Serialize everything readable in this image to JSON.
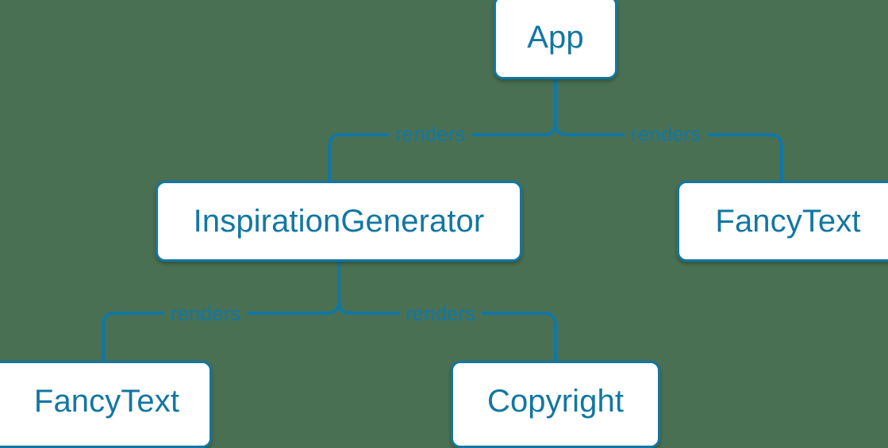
{
  "diagram": {
    "type": "component-tree",
    "background_color": "#4a7053",
    "accent_color": "#1277a3",
    "node_fill_color": "#ffffff",
    "nodes": [
      {
        "id": "app",
        "label": "App"
      },
      {
        "id": "inspiration",
        "label": "InspirationGenerator"
      },
      {
        "id": "fancytext_right",
        "label": "FancyText"
      },
      {
        "id": "fancytext_left",
        "label": "FancyText"
      },
      {
        "id": "copyright",
        "label": "Copyright"
      }
    ],
    "edges": [
      {
        "from": "app",
        "to": "inspiration",
        "label": "renders"
      },
      {
        "from": "app",
        "to": "fancytext_right",
        "label": "renders"
      },
      {
        "from": "inspiration",
        "to": "fancytext_left",
        "label": "renders"
      },
      {
        "from": "inspiration",
        "to": "copyright",
        "label": "renders"
      }
    ]
  }
}
